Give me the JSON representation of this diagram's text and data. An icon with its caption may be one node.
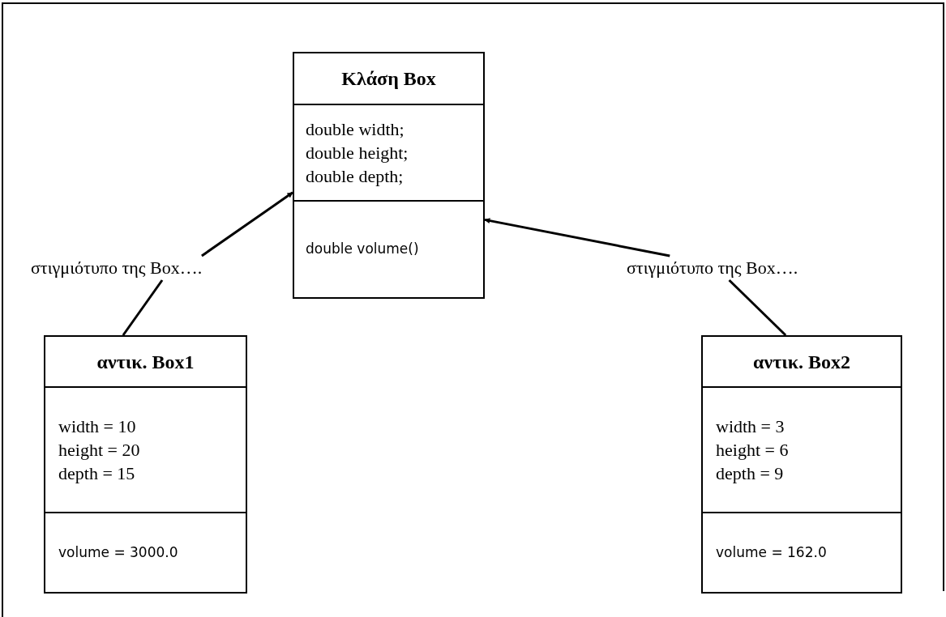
{
  "diagram": {
    "nodes": [
      {
        "text": [
          "Κλάση Box",
          "double width;",
          "double height;",
          "double depth;",
          "double volume()"
        ]
      },
      {
        "text": [
          "στιγμιότυπο της Box…."
        ]
      },
      {
        "text": [
          "στιγμιότυπο της Box…."
        ]
      },
      {
        "text": [
          "αντικ. Box1",
          "width = 10",
          "height = 20",
          "depth = 15",
          "volume = 3000.0"
        ]
      },
      {
        "text": [
          "αντικ. Box2",
          "width = 3",
          "height = 6",
          "depth = 9",
          "volume = 162.0"
        ]
      }
    ],
    "edges": [
      {
        "from": 1,
        "to": 0,
        "arrow": "to"
      },
      {
        "from": 3,
        "to": 1,
        "arrow": "none"
      },
      {
        "from": 2,
        "to": 0,
        "arrow": "to"
      },
      {
        "from": 2,
        "to": 4,
        "arrow": "none"
      }
    ]
  }
}
